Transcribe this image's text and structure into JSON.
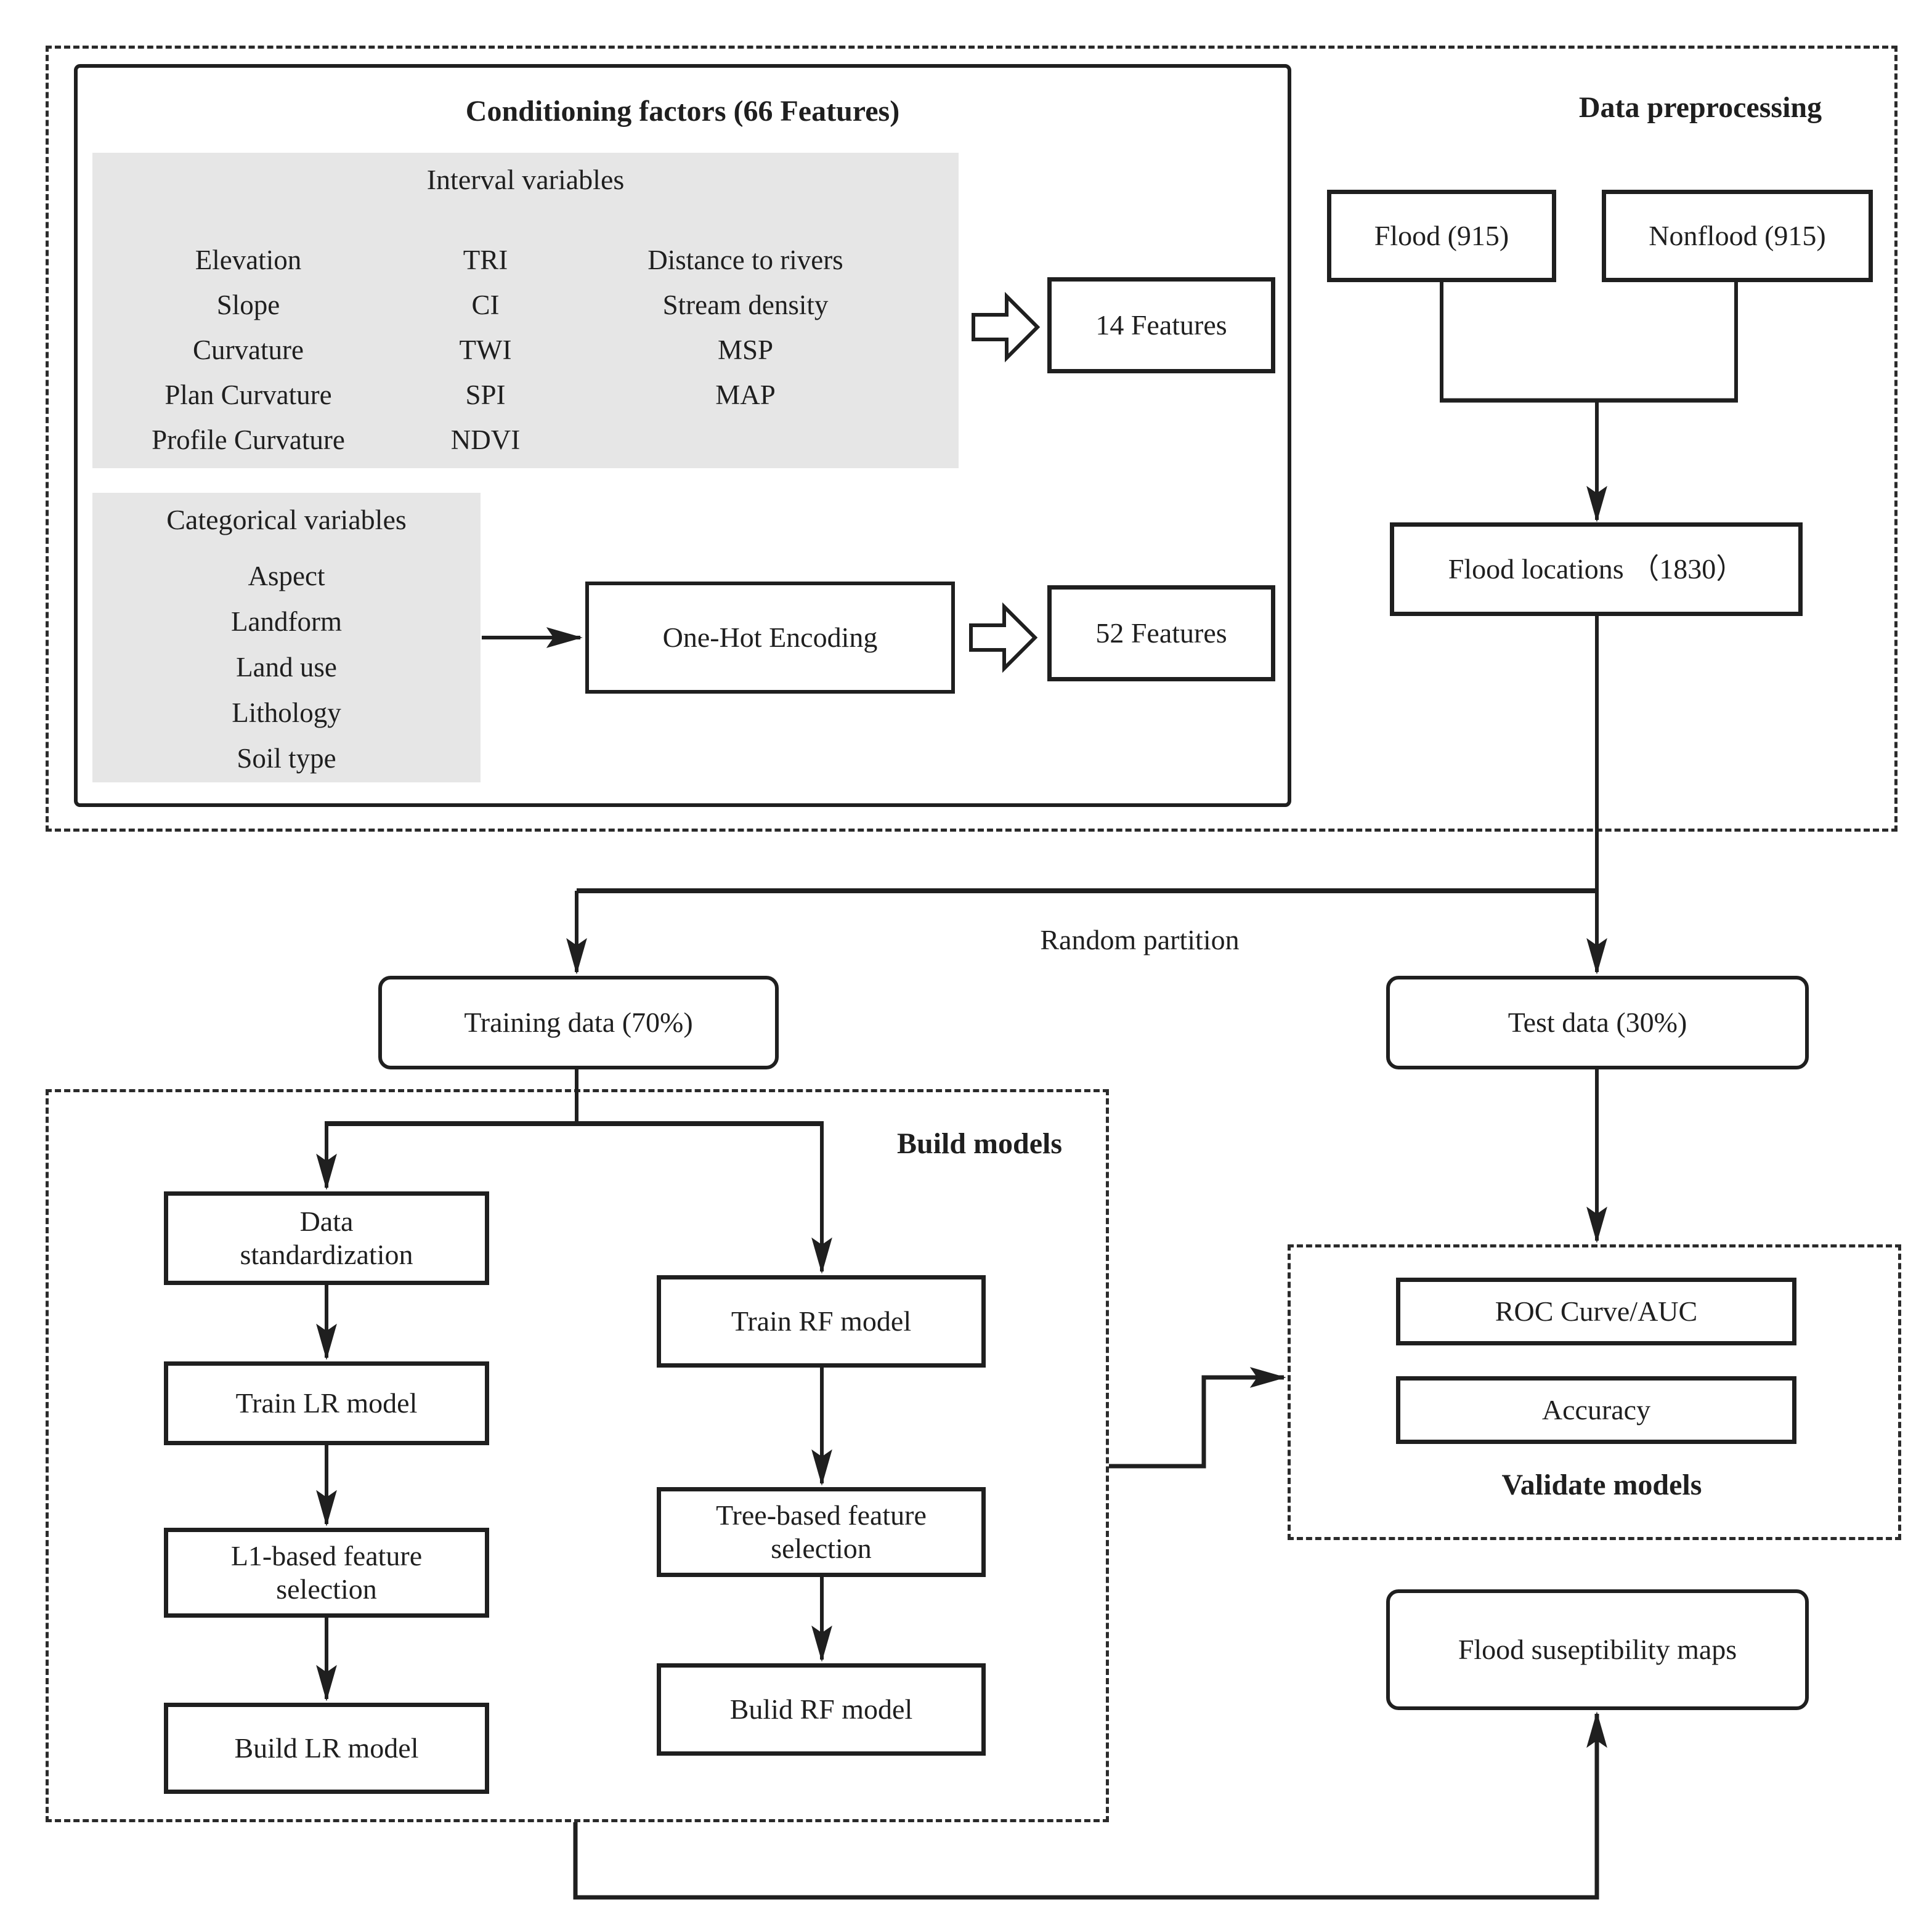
{
  "colors": {
    "panel_gray": "#e6e6e6",
    "line_black": "#1f1f1f",
    "background": "#ffffff"
  },
  "preprocessing": {
    "region_title": "Data preprocessing",
    "conditioning_title": "Conditioning factors (66 Features)",
    "interval": {
      "title": "Interval variables",
      "col1": [
        "Elevation",
        "Slope",
        "Curvature",
        "Plan Curvature",
        "Profile Curvature"
      ],
      "col2": [
        "TRI",
        "CI",
        "TWI",
        "SPI",
        "NDVI"
      ],
      "col3": [
        "Distance to rivers",
        "Stream density",
        "MSP",
        "MAP"
      ],
      "result": "14 Features"
    },
    "categorical": {
      "title": "Categorical variables",
      "items": [
        "Aspect",
        "Landform",
        "Land use",
        "Lithology",
        "Soil type"
      ],
      "encoding": "One-Hot Encoding",
      "result": "52 Features"
    },
    "flood": "Flood (915)",
    "nonflood": "Nonflood (915)",
    "flood_locations": "Flood locations （1830）"
  },
  "partition": {
    "label": "Random partition",
    "training": "Training data (70%)",
    "test": "Test data (30%)"
  },
  "build": {
    "region_title": "Build models",
    "lr_steps": [
      "Data\nstandardization",
      "Train LR model",
      "L1-based feature\nselection",
      "Build LR model"
    ],
    "rf_steps": [
      "Train RF model",
      "Tree-based feature\nselection",
      "Bulid RF model"
    ]
  },
  "validate": {
    "region_title": "Validate models",
    "metric1": "ROC Curve/AUC",
    "metric2": "Accuracy"
  },
  "output": {
    "maps": "Flood suseptibility maps"
  }
}
